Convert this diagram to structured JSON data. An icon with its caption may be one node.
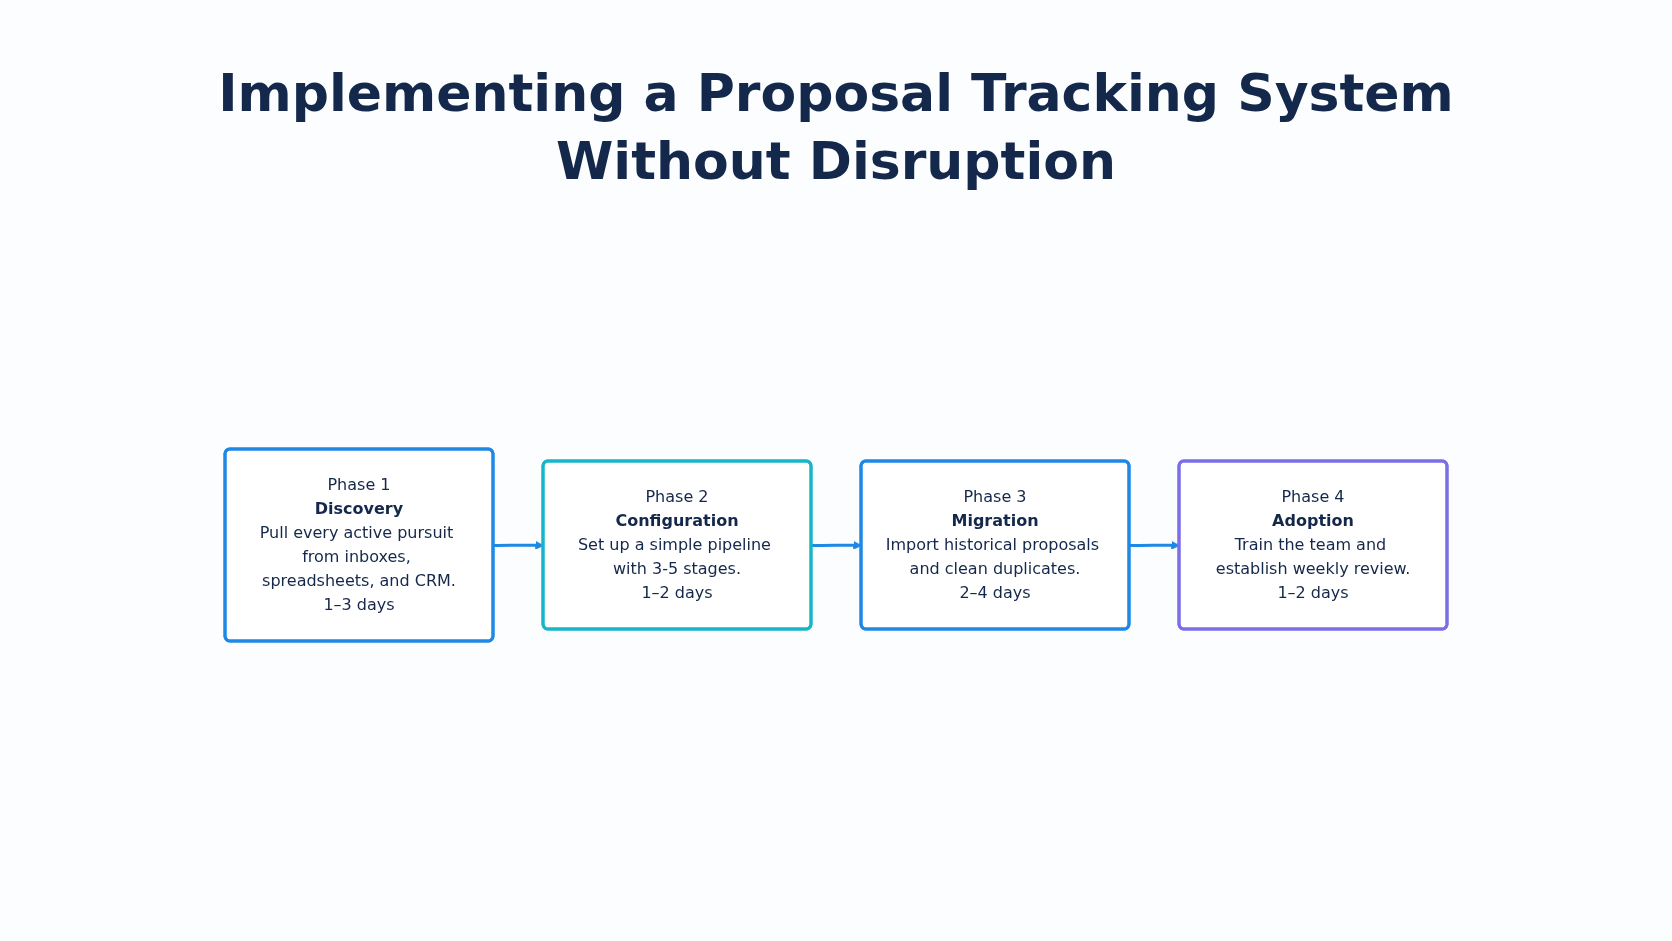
{
  "diagram": {
    "title": "Implementing a Proposal Tracking System Without Disruption",
    "nodes": [
      {
        "text": [
          "Phase 1",
          "Discovery",
          "Pull every active pursuit from inboxes, spreadsheets, and CRM.",
          "1–3 days"
        ]
      },
      {
        "text": [
          "Phase 2",
          "Configuration",
          "Set up a simple pipeline with 3-5 stages.",
          "1–2 days"
        ]
      },
      {
        "text": [
          "Phase 3",
          "Migration",
          "Import historical proposals and clean duplicates.",
          "2–4 days"
        ]
      },
      {
        "text": [
          "Phase 4",
          "Adoption",
          "Train the team and establish weekly review.",
          "1–2 days"
        ]
      }
    ],
    "edges": [
      {
        "from": 0,
        "to": 1,
        "arrow": "to"
      },
      {
        "from": 1,
        "to": 2,
        "arrow": "to"
      },
      {
        "from": 2,
        "to": 3,
        "arrow": "to"
      }
    ]
  }
}
